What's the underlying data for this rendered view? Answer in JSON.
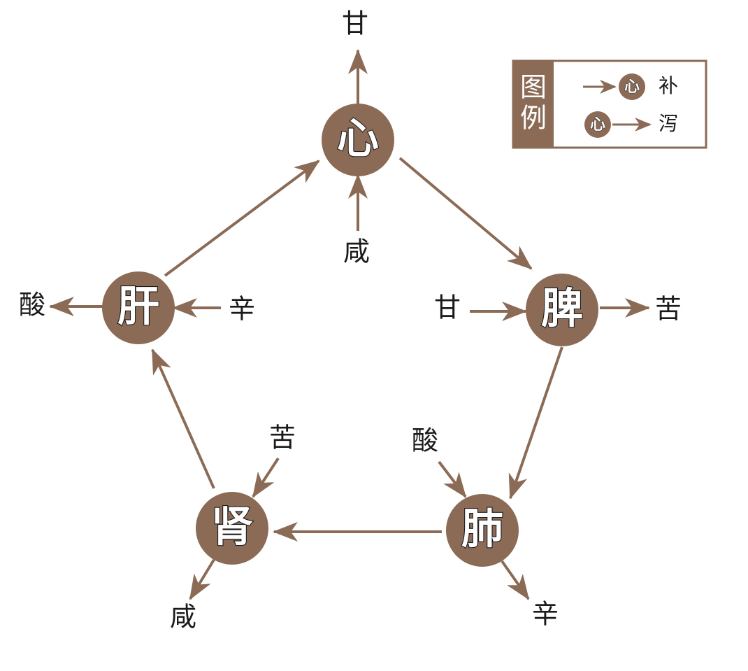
{
  "colors": {
    "accent": "#8b6b55",
    "text": "#1a1a1a"
  },
  "organs": {
    "heart": "心",
    "spleen": "脾",
    "lung": "肺",
    "kidney": "肾",
    "liver": "肝"
  },
  "flavors": {
    "heart_out": "甘",
    "heart_in": "咸",
    "spleen_in": "甘",
    "spleen_out": "苦",
    "lung_in": "酸",
    "lung_out": "辛",
    "kidney_in": "苦",
    "kidney_out": "咸",
    "liver_in": "辛",
    "liver_out": "酸"
  },
  "legend": {
    "title_line1": "图",
    "title_line2": "例",
    "sample_organ": "心",
    "tonify_label": "补",
    "drain_label": "泻"
  }
}
